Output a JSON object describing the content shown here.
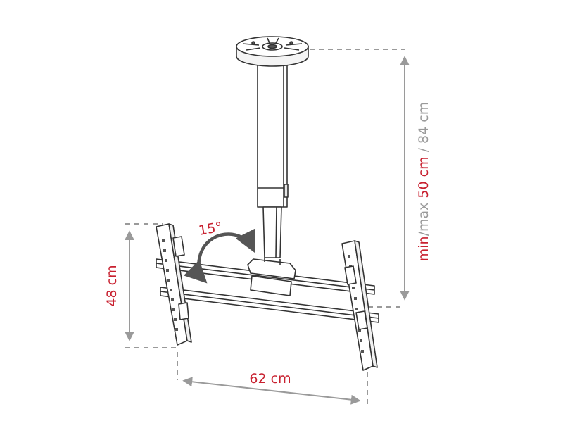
{
  "diagram": {
    "height_label": {
      "min_prefix": "min",
      "sep": "/max",
      "min_value": "50 cm",
      "rest": " / 84 cm"
    },
    "tilt_label": "15°",
    "depth_label": "48 cm",
    "width_label": "62 cm"
  },
  "colors": {
    "accent": "#c8202f",
    "dimension_gray": "#9a9a9a",
    "line": "#333333",
    "fill": "#ffffff"
  }
}
